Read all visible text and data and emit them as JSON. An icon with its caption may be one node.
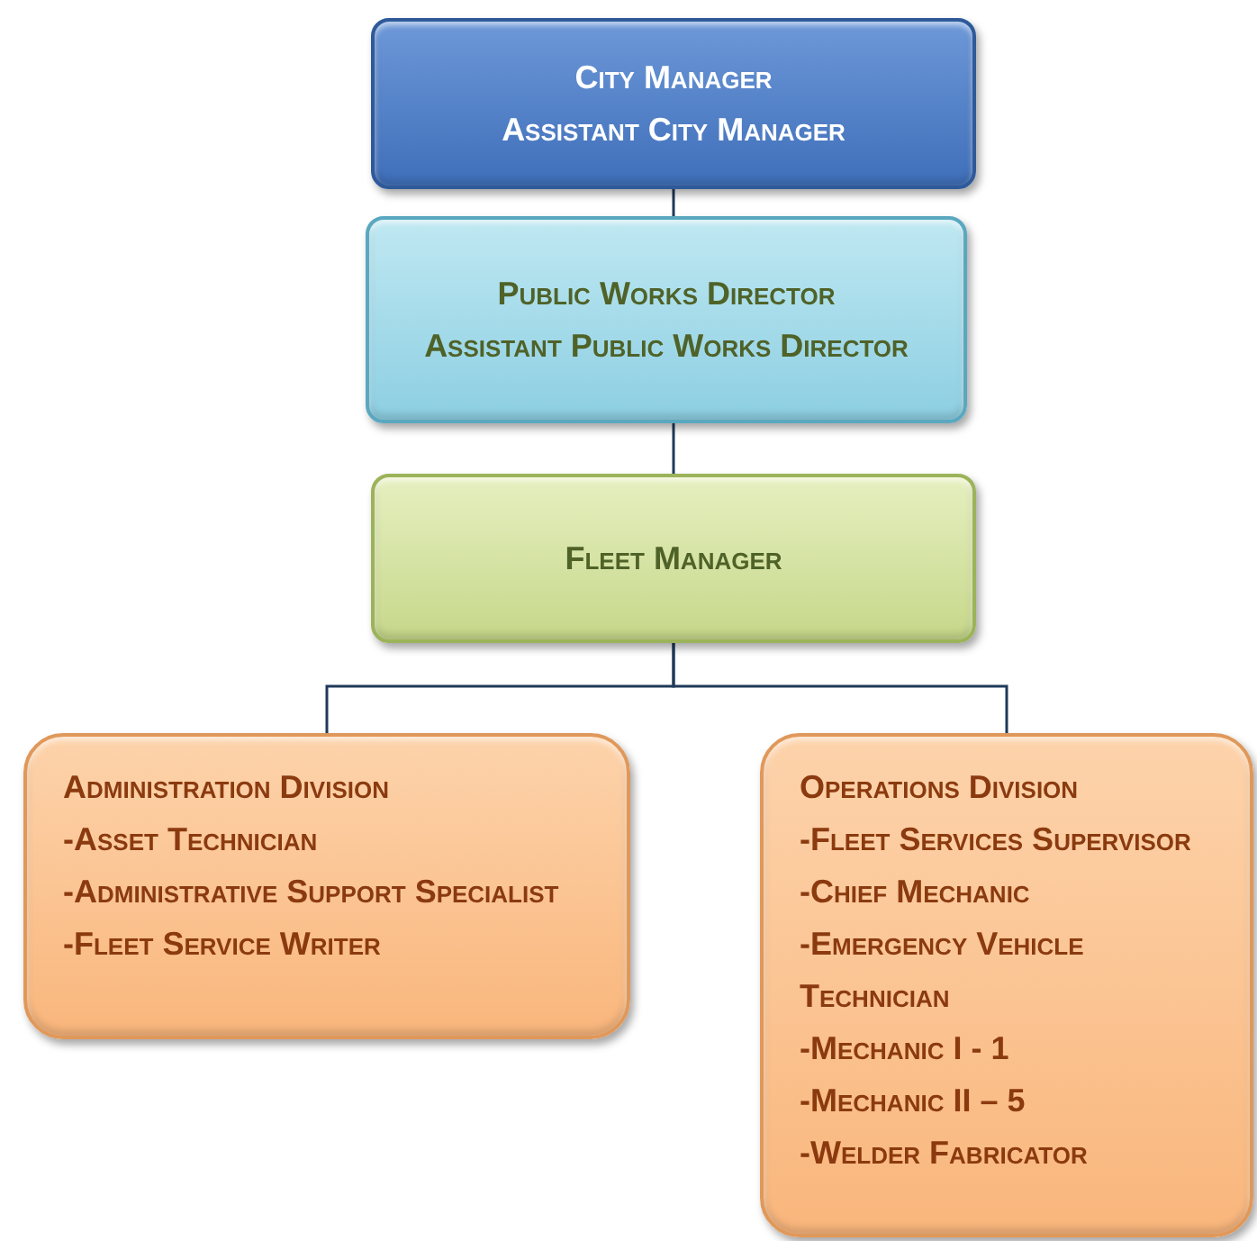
{
  "diagram": {
    "nodes": [
      {
        "text": [
          "City Manager",
          "Assistant City Manager"
        ]
      },
      {
        "text": [
          "Public Works Director",
          "Assistant Public Works Director"
        ]
      },
      {
        "text": [
          "Fleet Manager"
        ]
      },
      {
        "text": [
          "Administration Division",
          "-Asset Technician",
          "-Administrative Support Specialist",
          "-Fleet Service Writer"
        ]
      },
      {
        "text": [
          "Operations Division",
          "-Fleet Services Supervisor",
          "-Chief Mechanic",
          "-Emergency Vehicle Technician",
          "-Mechanic I - 1",
          "-Mechanic II – 5",
          "-Welder Fabricator"
        ]
      }
    ],
    "edges": [
      {
        "from": 0,
        "to": 1,
        "arrow": "none"
      },
      {
        "from": 1,
        "to": 2,
        "arrow": "none"
      },
      {
        "from": 2,
        "to": 3,
        "arrow": "none"
      },
      {
        "from": 2,
        "to": 4,
        "arrow": "none"
      }
    ]
  }
}
